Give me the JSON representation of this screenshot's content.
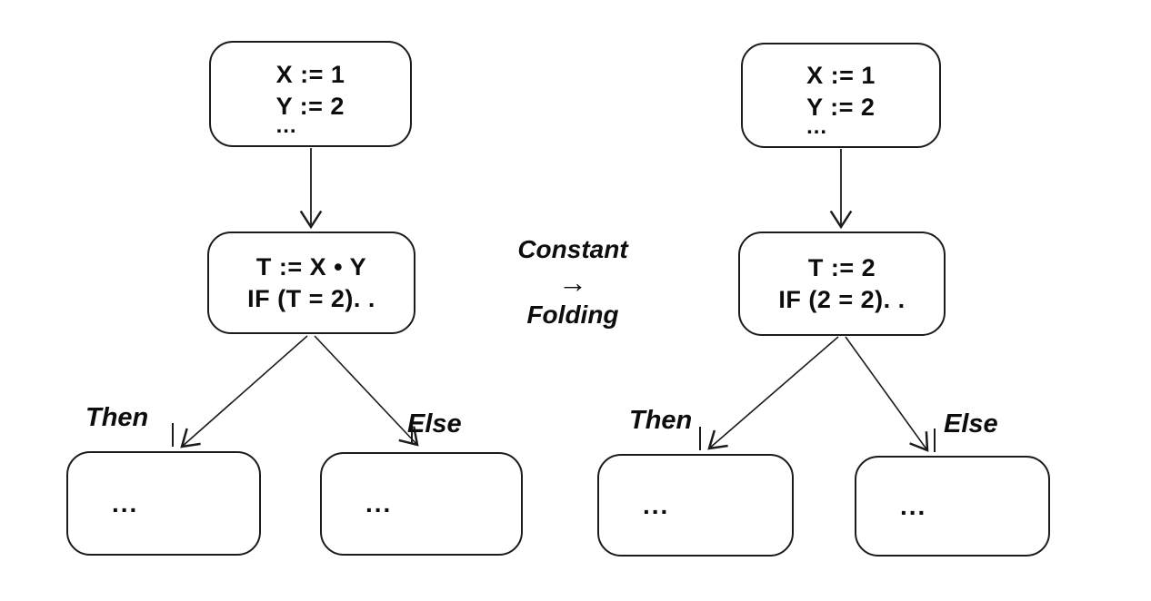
{
  "colors": {
    "background": "#ffffff",
    "ink": "#1b1b1b"
  },
  "transform": {
    "name_top": "Constant",
    "arrow": "→",
    "name_bottom": "Folding"
  },
  "before": {
    "entry": {
      "line1": "X := 1",
      "line2": "Y := 2",
      "cont": "..."
    },
    "cond": {
      "line1": "T := X • Y",
      "line2": "IF (T = 2). ."
    },
    "then_label": "Then",
    "else_label": "Else",
    "then_body": "...",
    "else_body": "..."
  },
  "after": {
    "entry": {
      "line1": "X := 1",
      "line2": "Y := 2",
      "cont": "..."
    },
    "cond": {
      "line1": "T := 2",
      "line2": "IF (2 = 2). ."
    },
    "then_label": "Then",
    "else_label": "Else",
    "then_body": "...",
    "else_body": "..."
  }
}
